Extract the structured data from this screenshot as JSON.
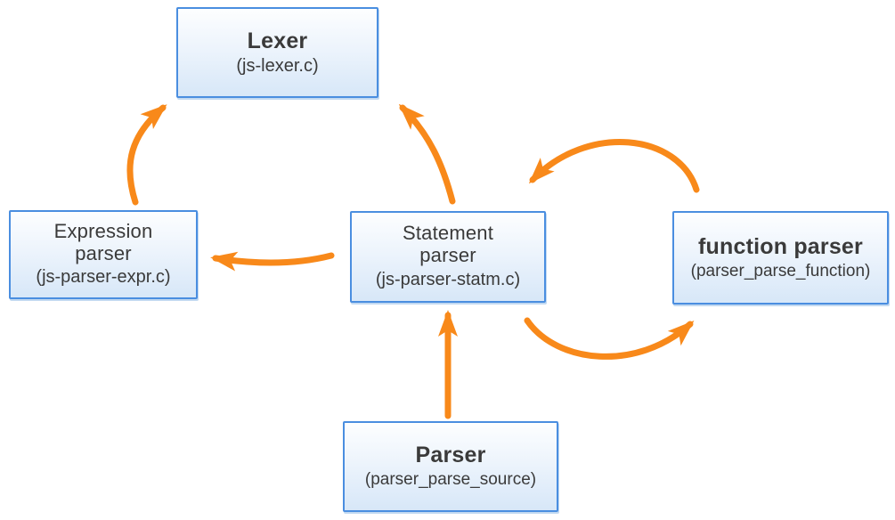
{
  "diagram": {
    "type": "flow-diagram",
    "colors": {
      "accent": "#F8891A",
      "node_border": "#4A8EE0",
      "node_fill_top": "#FDFEFF",
      "node_fill_bottom": "#D7E7F8",
      "text": "#3A3A3A",
      "background": "#FFFFFF"
    },
    "nodes": [
      {
        "id": "lexer",
        "title": "Lexer",
        "subtitle": "(js-lexer.c)"
      },
      {
        "id": "expression-parser",
        "title": "Expression parser",
        "subtitle": "(js-parser-expr.c)"
      },
      {
        "id": "statement-parser",
        "title": "Statement parser",
        "subtitle": "(js-parser-statm.c)"
      },
      {
        "id": "function-parser",
        "title": "function parser",
        "subtitle": "(parser_parse_function)"
      },
      {
        "id": "parser",
        "title": "Parser",
        "subtitle": "(parser_parse_source)"
      }
    ],
    "edges": [
      {
        "from": "expression-parser",
        "to": "lexer"
      },
      {
        "from": "statement-parser",
        "to": "lexer"
      },
      {
        "from": "statement-parser",
        "to": "expression-parser"
      },
      {
        "from": "function-parser",
        "to": "statement-parser"
      },
      {
        "from": "statement-parser",
        "to": "function-parser"
      },
      {
        "from": "parser",
        "to": "statement-parser"
      }
    ]
  }
}
